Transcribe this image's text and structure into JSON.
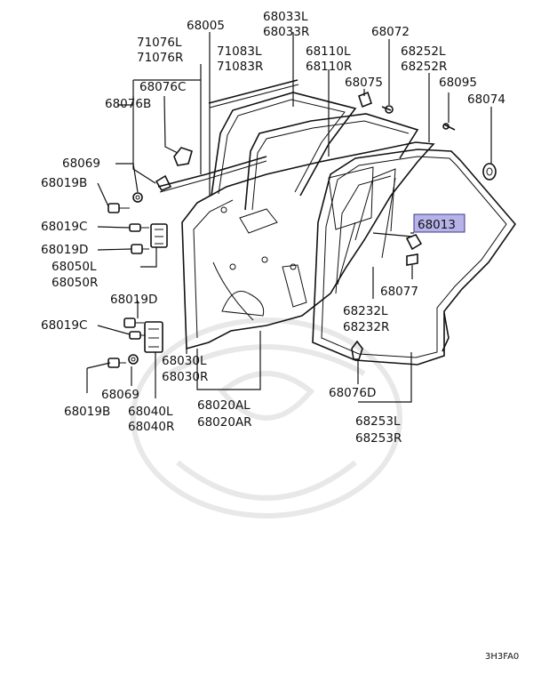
{
  "labels": [
    {
      "id": "68005",
      "text": "68005"
    },
    {
      "id": "68033L",
      "text": "68033L"
    },
    {
      "id": "68033R",
      "text": "68033R"
    },
    {
      "id": "68072",
      "text": "68072"
    },
    {
      "id": "71076L",
      "text": "71076L"
    },
    {
      "id": "71076R",
      "text": "71076R"
    },
    {
      "id": "71083L",
      "text": "71083L"
    },
    {
      "id": "71083R",
      "text": "71083R"
    },
    {
      "id": "68110L",
      "text": "68110L"
    },
    {
      "id": "68110R",
      "text": "68110R"
    },
    {
      "id": "68252L",
      "text": "68252L"
    },
    {
      "id": "68252R",
      "text": "68252R"
    },
    {
      "id": "68076C",
      "text": "68076C"
    },
    {
      "id": "68076B",
      "text": "68076B"
    },
    {
      "id": "68075",
      "text": "68075"
    },
    {
      "id": "68095",
      "text": "68095"
    },
    {
      "id": "68074",
      "text": "68074"
    },
    {
      "id": "68069a",
      "text": "68069"
    },
    {
      "id": "68019B_a",
      "text": "68019B"
    },
    {
      "id": "68013",
      "text": "68013"
    },
    {
      "id": "68019C_a",
      "text": "68019C"
    },
    {
      "id": "68019D_a",
      "text": "68019D"
    },
    {
      "id": "68050L",
      "text": "68050L"
    },
    {
      "id": "68050R",
      "text": "68050R"
    },
    {
      "id": "68077",
      "text": "68077"
    },
    {
      "id": "68019D_b",
      "text": "68019D"
    },
    {
      "id": "68232L",
      "text": "68232L"
    },
    {
      "id": "68232R",
      "text": "68232R"
    },
    {
      "id": "68019C_b",
      "text": "68019C"
    },
    {
      "id": "68030L",
      "text": "68030L"
    },
    {
      "id": "68030R",
      "text": "68030R"
    },
    {
      "id": "68076D",
      "text": "68076D"
    },
    {
      "id": "68069b",
      "text": "68069"
    },
    {
      "id": "68019B_b",
      "text": "68019B"
    },
    {
      "id": "68040L",
      "text": "68040L"
    },
    {
      "id": "68040R",
      "text": "68040R"
    },
    {
      "id": "68020AL",
      "text": "68020AL"
    },
    {
      "id": "68020AR",
      "text": "68020AR"
    },
    {
      "id": "68253L",
      "text": "68253L"
    },
    {
      "id": "68253R",
      "text": "68253R"
    }
  ],
  "highlighted_part": "68013",
  "diagram_code": "3H3FA0",
  "colors": {
    "highlight_fill": "#b7b3e8",
    "line": "#111111",
    "watermark": "#e8e8e8"
  }
}
